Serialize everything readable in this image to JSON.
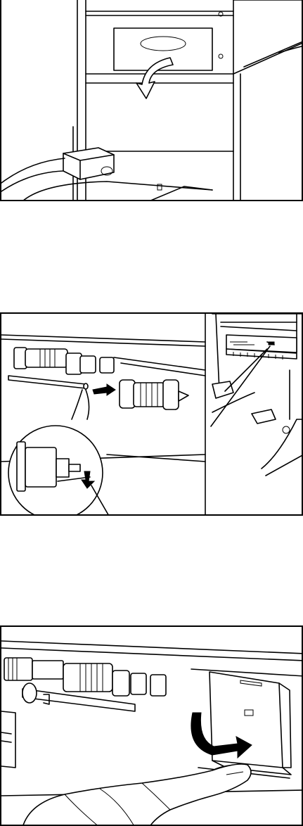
{
  "figure": {
    "panels": [
      {
        "id": "step-1",
        "content": "open-lower-door"
      },
      {
        "id": "step-2",
        "content": "remove-pickup-roller"
      },
      {
        "id": "step-3",
        "content": "close-cover-by-hand"
      }
    ]
  },
  "colors": {
    "line": "#000000",
    "background": "#ffffff",
    "shade": "#888888"
  },
  "icons": [
    "curved-arrow-icon",
    "right-arrow-icon",
    "down-arrow-icon",
    "magnifier-callout-icon"
  ]
}
